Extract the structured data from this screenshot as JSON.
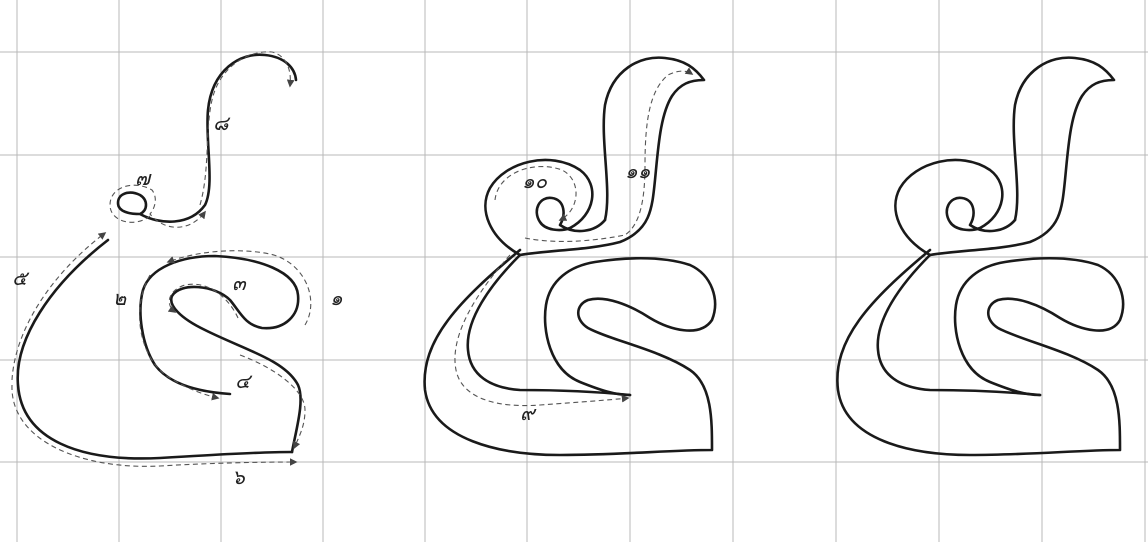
{
  "figure": {
    "panels": [
      {
        "stage": "stroke-order-guide",
        "labels": [
          {
            "id": "n1",
            "text": "๑"
          },
          {
            "id": "n2",
            "text": "๒"
          },
          {
            "id": "n3",
            "text": "๓"
          },
          {
            "id": "n4",
            "text": "๔"
          },
          {
            "id": "n5",
            "text": "๕"
          },
          {
            "id": "n6",
            "text": "๖"
          },
          {
            "id": "n7",
            "text": "๗"
          },
          {
            "id": "n8",
            "text": "๘"
          }
        ]
      },
      {
        "stage": "outline-with-guides",
        "labels": [
          {
            "id": "n9",
            "text": "๙"
          },
          {
            "id": "n10",
            "text": "๑๐"
          },
          {
            "id": "n11",
            "text": "๑๑"
          }
        ]
      },
      {
        "stage": "finished-outline",
        "labels": []
      }
    ]
  }
}
